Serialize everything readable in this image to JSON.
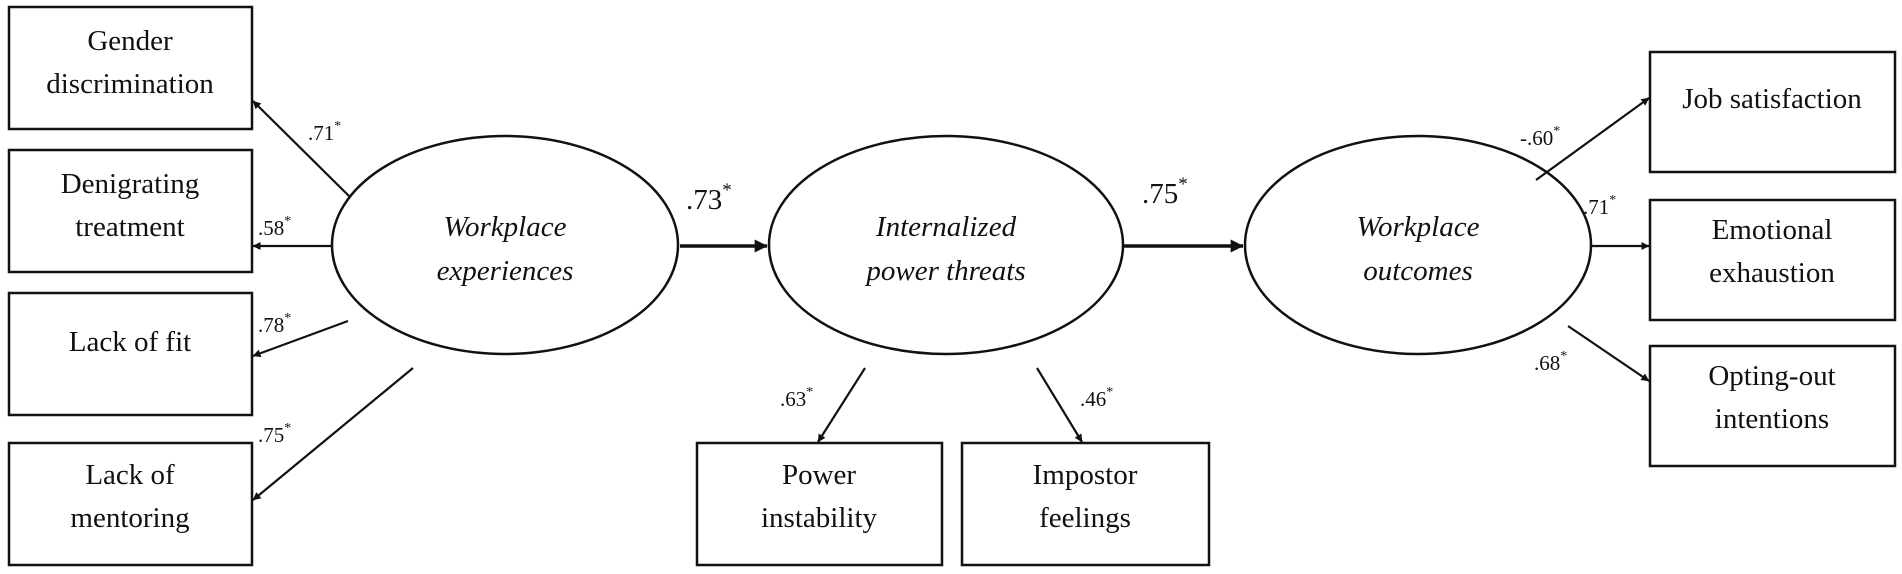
{
  "colors": {
    "stroke": "#111111",
    "background": "#ffffff",
    "text": "#111111"
  },
  "latents": {
    "workplace_experiences": [
      "Workplace",
      "experiences"
    ],
    "internalized_power_threats": [
      "Internalized",
      "power threats"
    ],
    "workplace_outcomes": [
      "Workplace",
      "outcomes"
    ]
  },
  "indicators": {
    "gender_discrimination": [
      "Gender",
      "discrimination"
    ],
    "denigrating_treatment": [
      "Denigrating",
      "treatment"
    ],
    "lack_of_fit": [
      "Lack of fit"
    ],
    "lack_of_mentoring": [
      "Lack of",
      "mentoring"
    ],
    "power_instability": [
      "Power",
      "instability"
    ],
    "impostor_feelings": [
      "Impostor",
      "feelings"
    ],
    "job_satisfaction": [
      "Job satisfaction"
    ],
    "emotional_exhaustion": [
      "Emotional",
      "exhaustion"
    ],
    "opting_out_intentions": [
      "Opting-out",
      "intentions"
    ]
  },
  "loadings": {
    "gender_discrimination": ".71",
    "denigrating_treatment": ".58",
    "lack_of_fit": ".78",
    "lack_of_mentoring": ".75",
    "power_instability": ".63",
    "impostor_feelings": ".46",
    "job_satisfaction": "-.60",
    "emotional_exhaustion": ".71",
    "opting_out_intentions": ".68"
  },
  "paths": {
    "experiences_to_threats": ".73",
    "threats_to_outcomes": ".75"
  },
  "significance_marker": "*"
}
